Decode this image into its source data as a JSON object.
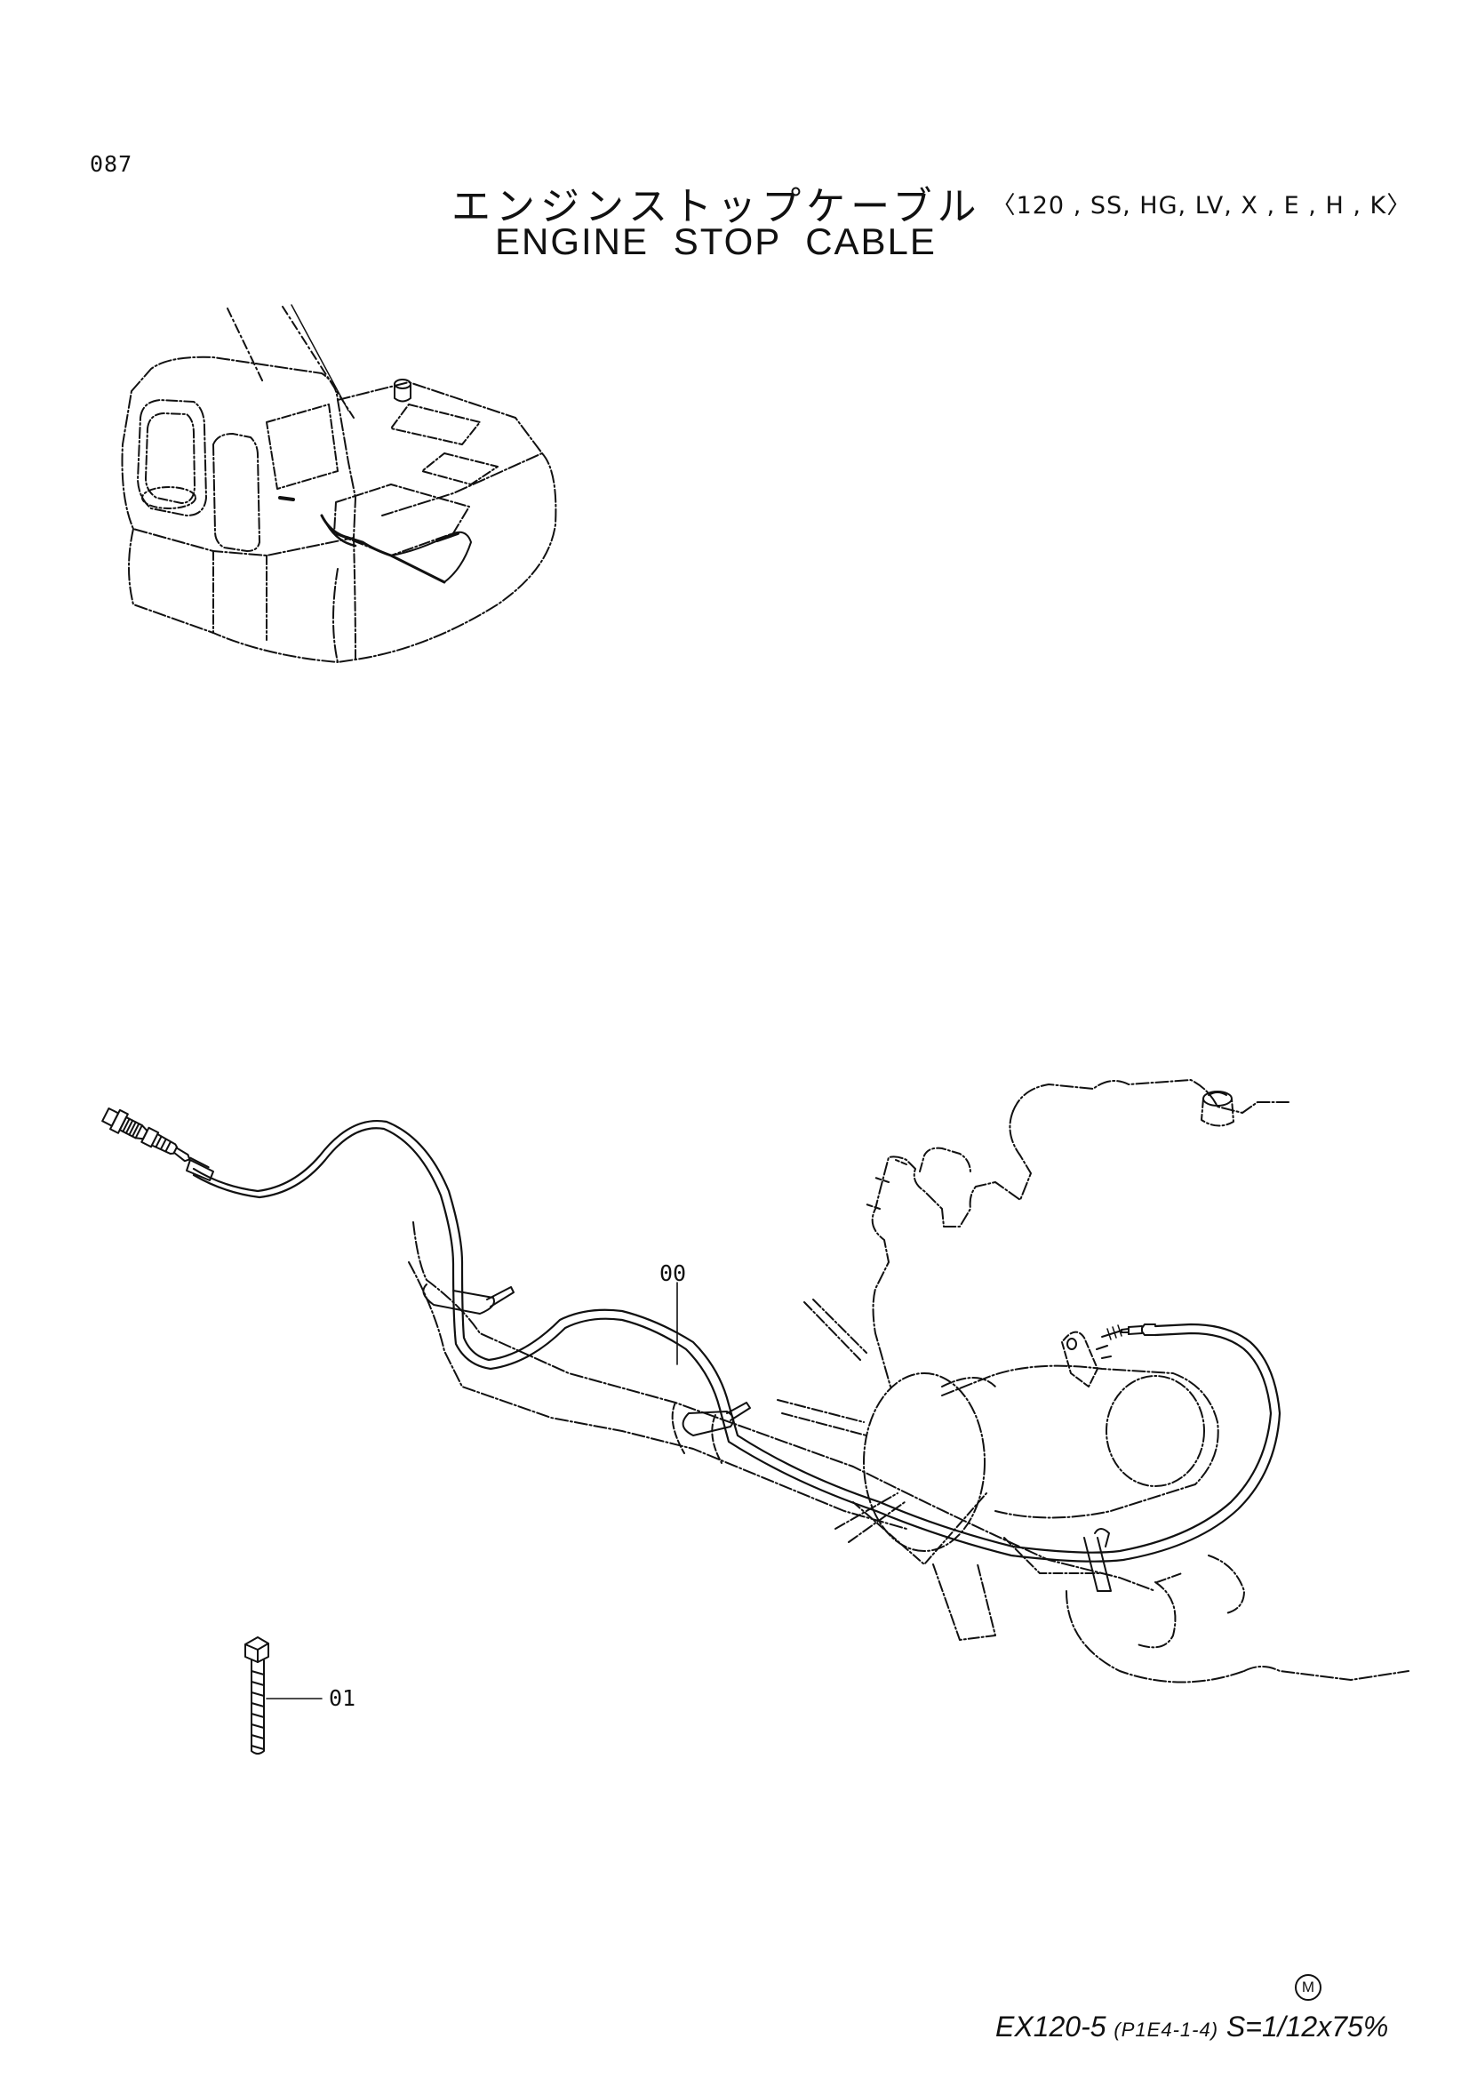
{
  "header": {
    "page_number": "087",
    "title_jp": "エンジンストップケーブル",
    "variants": "〈120 , SS, HG, LV, X , E , H , K〉",
    "title_en": "ENGINE STOP CABLE"
  },
  "callouts": {
    "part_00": "00",
    "part_01": "01"
  },
  "footer": {
    "circle_mark": "M",
    "model": "EX120-5",
    "page_code": "(P1E4-1-4)",
    "scale": "S=1/12x75%"
  }
}
